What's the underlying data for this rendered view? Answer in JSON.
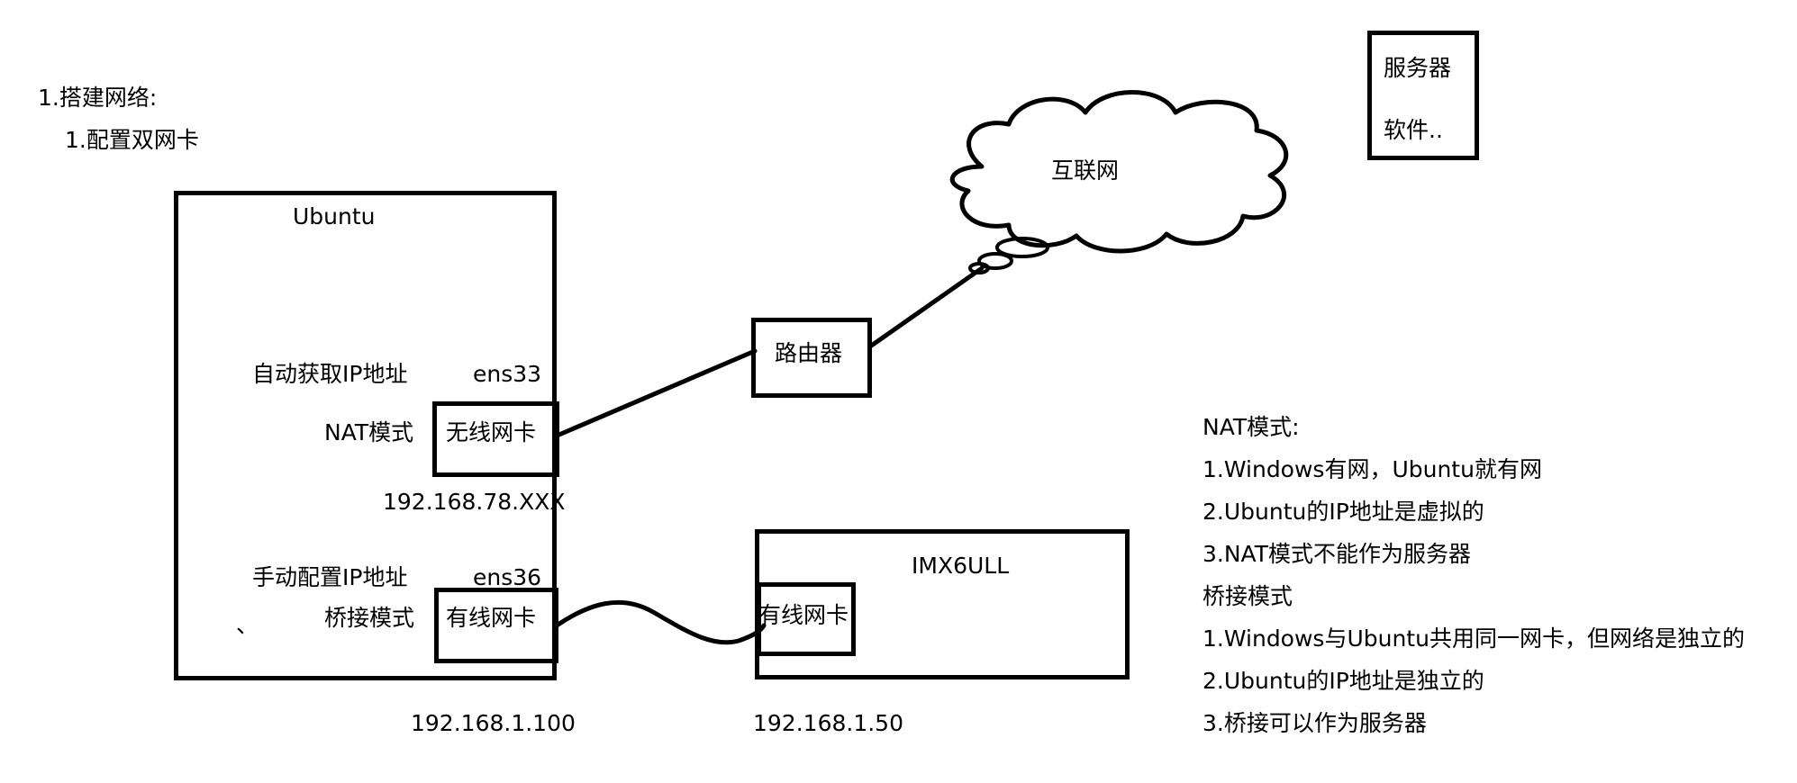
{
  "colors": {
    "stroke": "#000000",
    "background": "#ffffff"
  },
  "heading": {
    "title": "1.搭建网络:",
    "subtitle": "1.配置双网卡"
  },
  "ubuntu": {
    "title": "Ubuntu",
    "nic1": {
      "ip_mode": "自动获取IP地址",
      "iface": "ens33",
      "net_mode": "NAT模式",
      "card": "无线网卡",
      "ip": "192.168.78.XXX"
    },
    "nic2": {
      "ip_mode": "手动配置IP地址",
      "iface": "ens36",
      "net_mode": "桥接模式",
      "card": "有线网卡",
      "ip": "192.168.1.100"
    },
    "stray_mark": "、"
  },
  "router": {
    "label": "路由器"
  },
  "internet": {
    "label": "互联网"
  },
  "server": {
    "line1": "服务器",
    "line2": "软件.."
  },
  "imx": {
    "title": "IMX6ULL",
    "card": "有线网卡",
    "ip": "192.168.1.50"
  },
  "notes": [
    "NAT模式:",
    "1.Windows有网，Ubuntu就有网",
    "2.Ubuntu的IP地址是虚拟的",
    "3.NAT模式不能作为服务器",
    "桥接模式",
    "1.Windows与Ubuntu共用同一网卡，但网络是独立的",
    "2.Ubuntu的IP地址是独立的",
    "3.桥接可以作为服务器"
  ]
}
